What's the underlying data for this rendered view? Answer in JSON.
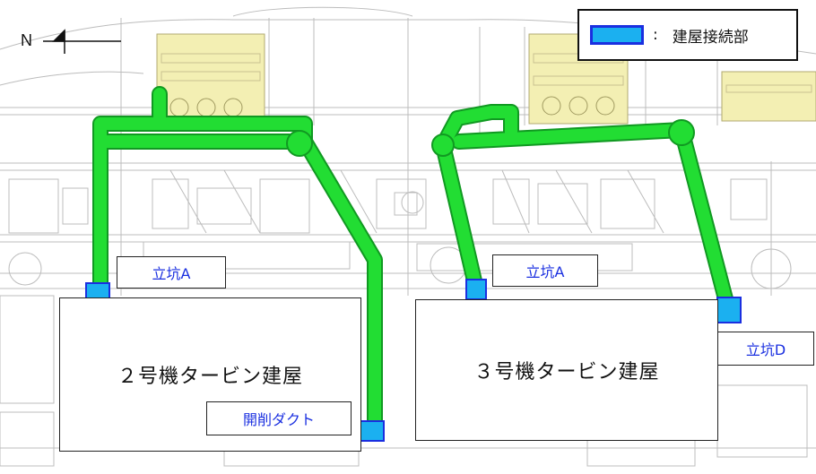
{
  "legend": {
    "separator": ":",
    "text": "建屋接続部",
    "swatch_color": "#1bb0f0",
    "swatch_border": "#1a2fe0"
  },
  "north_label": "N",
  "buildings": {
    "unit2": "２号機タービン建屋",
    "unit3": "３号機タービン建屋"
  },
  "labels": {
    "shaft_a_unit2": "立坑A",
    "shaft_a_unit3": "立坑A",
    "shaft_d": "立坑D",
    "open_cut_duct": "開削ダクト"
  },
  "colors": {
    "trench": "#22dd33",
    "trench_edge": "#119922",
    "label_text": "#1a2fe0",
    "connection": "#1bb0f0",
    "building_block": "#f3efb3"
  },
  "icons": {
    "north_arrow": "north-arrow-icon"
  }
}
